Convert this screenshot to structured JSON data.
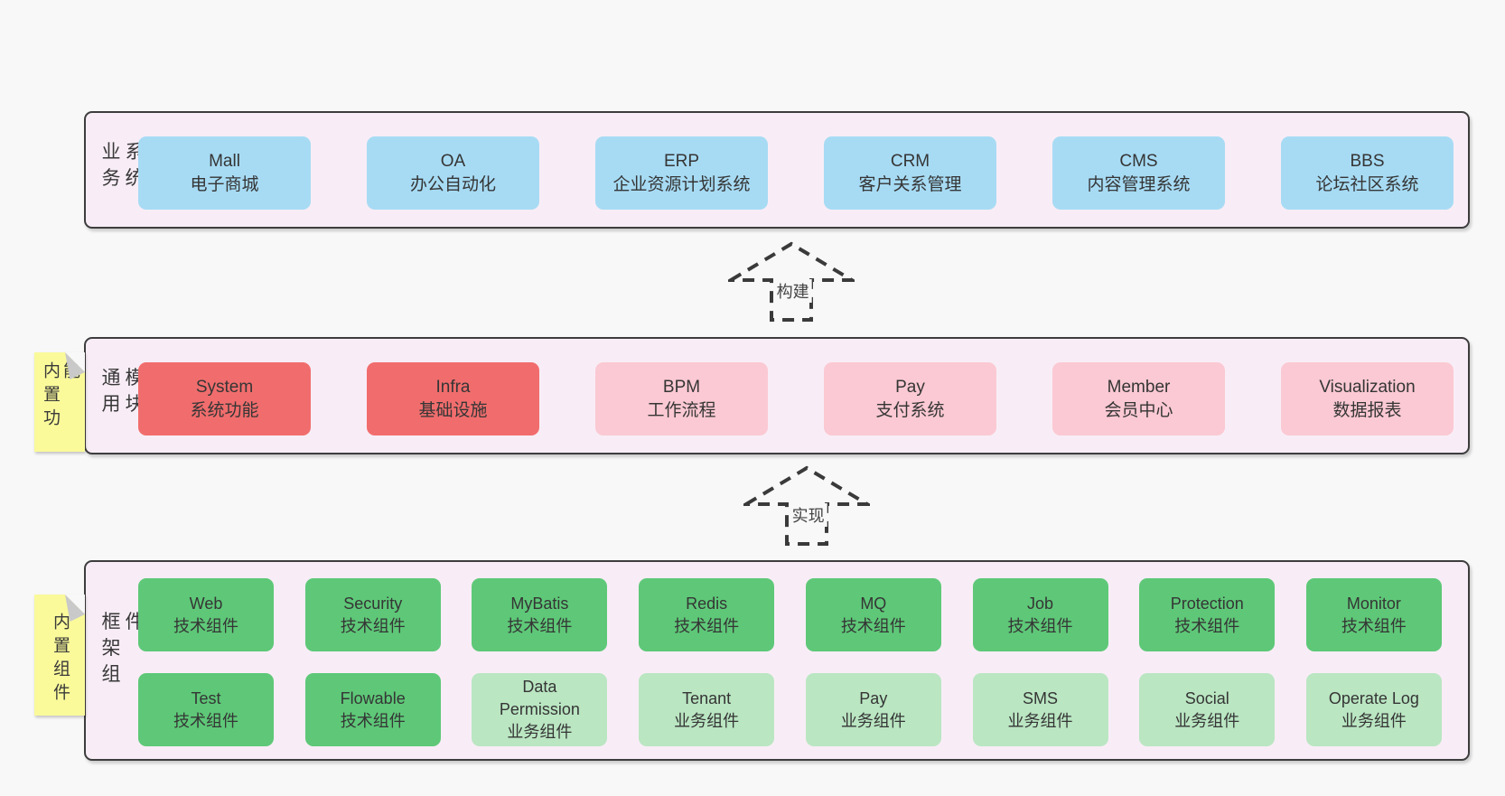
{
  "colors": {
    "page_bg": "#f8f8f8",
    "band_bg": "#f8edf6",
    "band_border": "#3d3d3d",
    "box_blue": "#a7dbf4",
    "box_red": "#f16d6d",
    "box_pink": "#fbc9d3",
    "box_green": "#5ec878",
    "box_light_green": "#bae6c2",
    "note_bg": "#fafa9b",
    "note_fold": "#c9c9c9",
    "text": "#3a3a3a"
  },
  "arrows": {
    "build": "构建",
    "implement": "实现"
  },
  "business": {
    "label": "业务系统",
    "boxes": [
      {
        "en": "Mall",
        "zh": "电子商城"
      },
      {
        "en": "OA",
        "zh": "办公自动化"
      },
      {
        "en": "ERP",
        "zh": "企业资源计划系统"
      },
      {
        "en": "CRM",
        "zh": "客户关系管理"
      },
      {
        "en": "CMS",
        "zh": "内容管理系统"
      },
      {
        "en": "BBS",
        "zh": "论坛社区系统"
      }
    ]
  },
  "modules": {
    "label": "通用模块",
    "note": "内置功能",
    "boxes": [
      {
        "en": "System",
        "zh": "系统功能"
      },
      {
        "en": "Infra",
        "zh": "基础设施"
      },
      {
        "en": "BPM",
        "zh": "工作流程"
      },
      {
        "en": "Pay",
        "zh": "支付系统"
      },
      {
        "en": "Member",
        "zh": "会员中心"
      },
      {
        "en": "Visualization",
        "zh": "数据报表"
      }
    ]
  },
  "framework": {
    "label": "框架组件",
    "note": "内置组件",
    "row1": [
      {
        "en": "Web",
        "zh": "技术组件"
      },
      {
        "en": "Security",
        "zh": "技术组件"
      },
      {
        "en": "MyBatis",
        "zh": "技术组件"
      },
      {
        "en": "Redis",
        "zh": "技术组件"
      },
      {
        "en": "MQ",
        "zh": "技术组件"
      },
      {
        "en": "Job",
        "zh": "技术组件"
      },
      {
        "en": "Protection",
        "zh": "技术组件"
      },
      {
        "en": "Monitor",
        "zh": "技术组件"
      }
    ],
    "row2": [
      {
        "en": "Test",
        "zh": "技术组件"
      },
      {
        "en": "Flowable",
        "zh": "技术组件"
      },
      {
        "en": "Data Permission",
        "zh": "业务组件"
      },
      {
        "en": "Tenant",
        "zh": "业务组件"
      },
      {
        "en": "Pay",
        "zh": "业务组件"
      },
      {
        "en": "SMS",
        "zh": "业务组件"
      },
      {
        "en": "Social",
        "zh": "业务组件"
      },
      {
        "en": "Operate Log",
        "zh": "业务组件"
      }
    ]
  }
}
